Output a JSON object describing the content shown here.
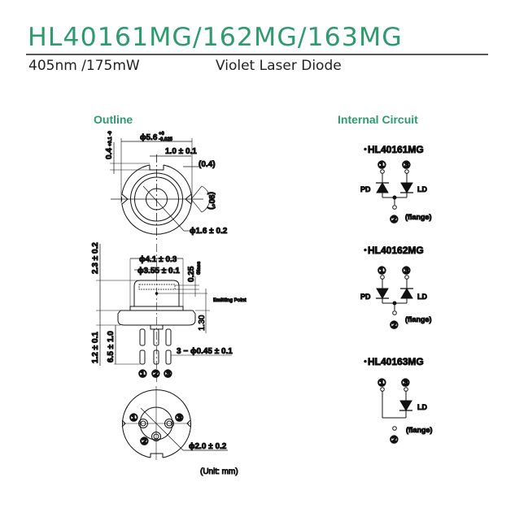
{
  "header": {
    "title": "HL40161MG/162MG/163MG",
    "spec": "405nm /175mW",
    "description": "Violet Laser Diode"
  },
  "colors": {
    "accent": "#2e9a6e",
    "text": "#111111"
  },
  "outline": {
    "heading": "Outline",
    "dimensions": {
      "cap_diameter": "ϕ5.6",
      "cap_tol_plus": "+0",
      "cap_tol_minus": "-0.025",
      "key_height": "0.4",
      "key_tol": "+0.1 -0",
      "key_width": "1.0 ± 0.1",
      "notch_offset": "(0.4)",
      "notch_angle": "(90°)",
      "window_diameter": "ϕ1.6 ± 0.2",
      "outer_diameter": "ϕ4.1 ± 0.3",
      "inner_diameter": "ϕ3.55 ± 0.1",
      "height_total": "2.3 ± 0.2",
      "glass": "0.25",
      "glass_label": "Glass",
      "emitting_point": "Emitting Point",
      "emit_height": "1.30",
      "flange_thickness": "1.2 ± 0.1",
      "pin_length": "6.5 ± 1.0",
      "pin_diameter": "3 − ϕ0.45 ± 0.1",
      "pcd": "ϕ2.0 ± 0.2"
    },
    "pins": [
      "①",
      "②",
      "③"
    ],
    "unit": "(Unit: mm)"
  },
  "internal_circuit": {
    "heading": "Internal Circuit",
    "variants": [
      {
        "name": "･HL40161MG",
        "pd": "PD",
        "ld": "LD",
        "flange": "(flange)"
      },
      {
        "name": "･HL40162MG",
        "pd": "PD",
        "ld": "LD",
        "flange": "(flange)"
      },
      {
        "name": "･HL40163MG",
        "ld": "LD",
        "flange": "(flange)"
      }
    ],
    "pins": [
      "①",
      "②",
      "③"
    ]
  }
}
